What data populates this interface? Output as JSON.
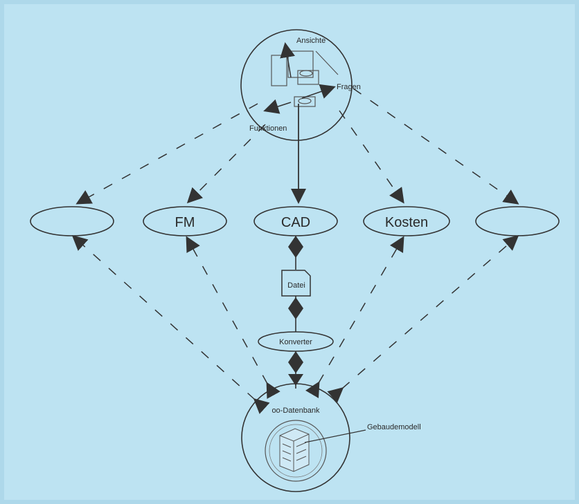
{
  "top_circle": {
    "ansichte": "Ansichte",
    "fragen": "Fragen",
    "funktionen": "Funktionen"
  },
  "applications": [
    "",
    "FM",
    "CAD",
    "Kosten",
    ""
  ],
  "datei": "Datei",
  "konverter": "Konverter",
  "database": "oo-Datenbank",
  "gebaeudemodell": "Gebaudemodell",
  "colors": {
    "background": "#bde3f2",
    "stroke": "#333333",
    "fill": "#c3e6f5"
  }
}
